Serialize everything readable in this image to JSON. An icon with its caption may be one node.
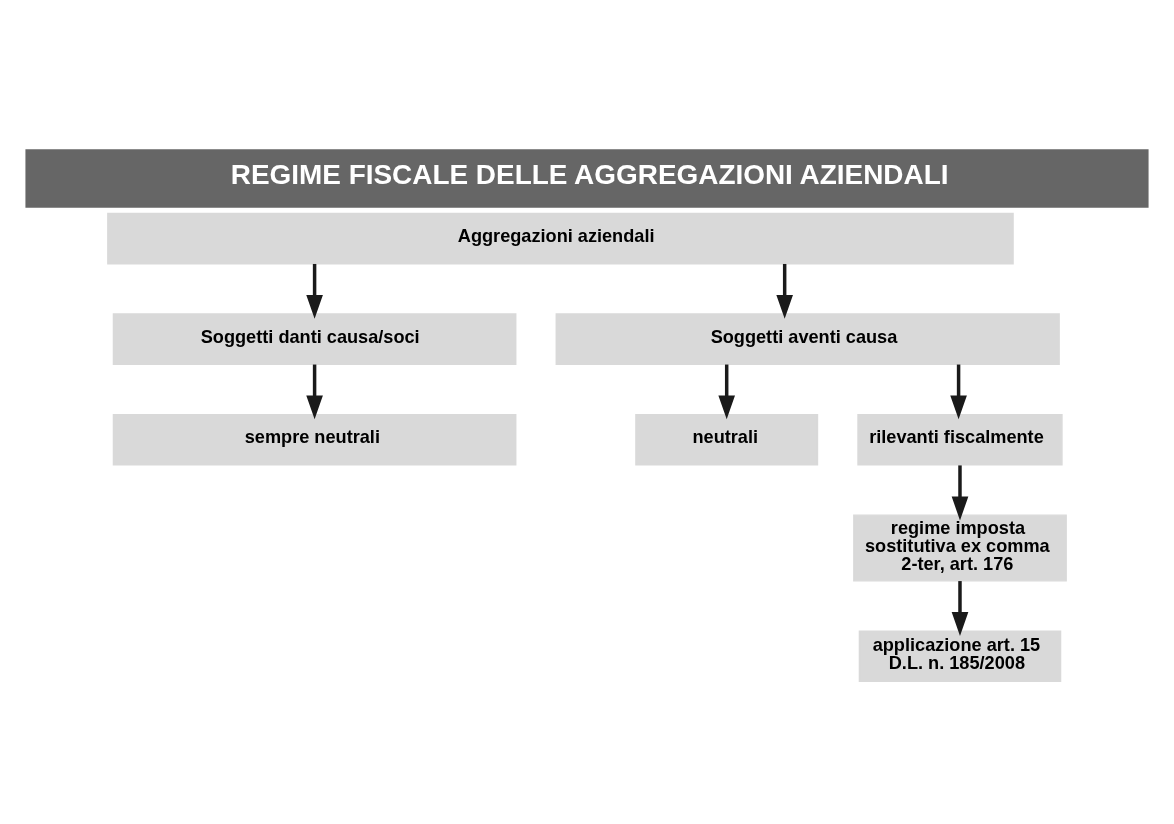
{
  "diagram": {
    "title": "REGIME FISCALE DELLE AGGREGAZIONI AZIENDALI",
    "nodes": [
      {
        "text": [
          "Aggregazioni aziendali"
        ]
      },
      {
        "text": [
          "Soggetti danti causa/soci"
        ]
      },
      {
        "text": [
          "Soggetti aventi causa"
        ]
      },
      {
        "text": [
          "sempre neutrali"
        ]
      },
      {
        "text": [
          "neutrali"
        ]
      },
      {
        "text": [
          "rilevanti fiscalmente"
        ]
      },
      {
        "text": [
          "regime imposta sostitutiva ex comma 2-ter, art. 176"
        ]
      },
      {
        "text": [
          "applicazione art. 15 D.L. n. 185/2008"
        ]
      }
    ],
    "edges": [
      {
        "from": 0,
        "to": 1,
        "arrow": "to"
      },
      {
        "from": 0,
        "to": 2,
        "arrow": "to"
      },
      {
        "from": 1,
        "to": 3,
        "arrow": "to"
      },
      {
        "from": 2,
        "to": 4,
        "arrow": "to"
      },
      {
        "from": 2,
        "to": 5,
        "arrow": "to"
      },
      {
        "from": 5,
        "to": 6,
        "arrow": "to"
      },
      {
        "from": 6,
        "to": 7,
        "arrow": "to"
      }
    ]
  }
}
